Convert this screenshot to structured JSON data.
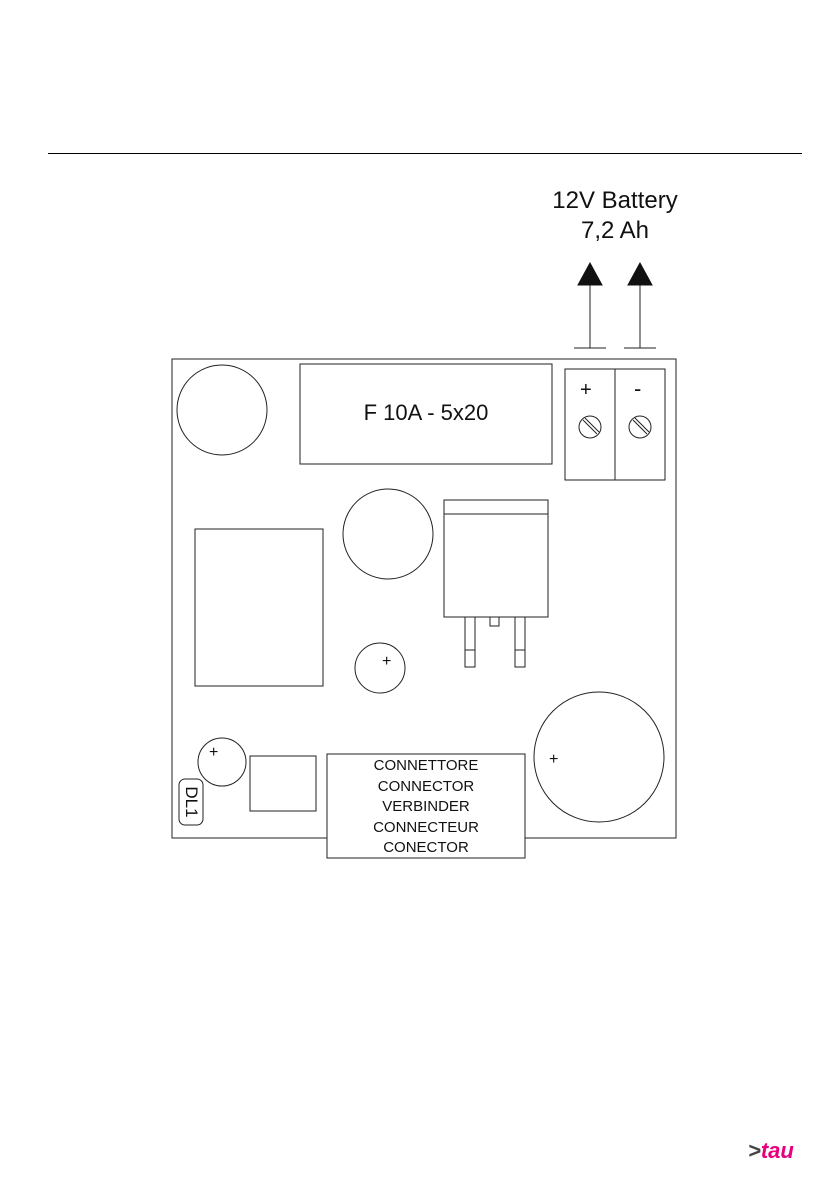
{
  "battery": {
    "line1": "12V Battery",
    "line2": "7,2 Ah"
  },
  "fuse": {
    "label": "F 10A - 5x20"
  },
  "terminal": {
    "plus": "+",
    "minus": "-"
  },
  "polarity": {
    "plus": "+"
  },
  "connector": {
    "lines": [
      "CONNETTORE",
      "CONNECTOR",
      "VERBINDER",
      "CONNECTEUR",
      "CONECTOR"
    ]
  },
  "led": {
    "label": "DL1"
  },
  "logo": {
    "prefix": ">",
    "name": "tau",
    "color": "#e6007e"
  }
}
